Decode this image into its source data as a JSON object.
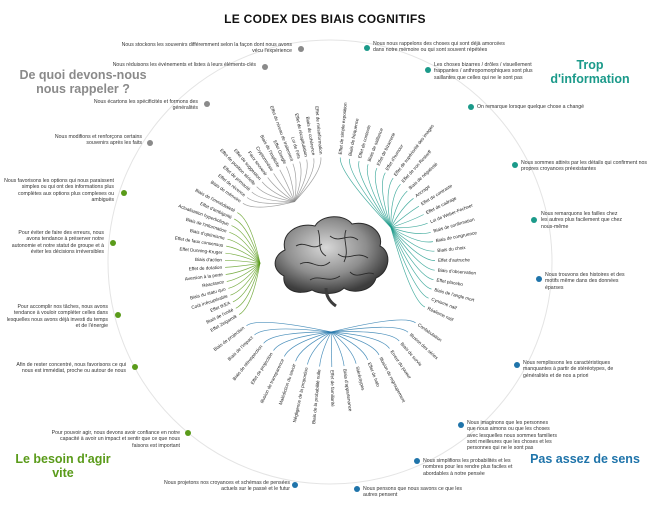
{
  "title": "LE CODEX DES BIAIS COGNITIFS",
  "quadrants": {
    "remember": "De quoi devons-nous nous rappeler ?",
    "information": "Trop d'information",
    "act": "Le besoin d'agir vite",
    "meaning": "Pas assez de sens"
  },
  "colors": {
    "remember": "#8a8a8a",
    "information": "#1b9a8a",
    "act": "#5a9b1a",
    "meaning": "#1f74aa",
    "circle": "#e4e4e4"
  },
  "categories": {
    "remember": [
      "Nous stockons les souvenirs différemment selon la façon dont nous avons vécu l'expérience",
      "Nous réduisons les événements et listes à leurs éléments-clés",
      "Nous écartons les spécificités et formons des généralités",
      "Nous modifions et renforçons certains souvenirs après les faits"
    ],
    "information": [
      "Nous nous rappelons des choses qui sont déjà amorcées dans notre mémoire ou qui sont souvent répétées",
      "Les choses bizarres / drôles / visuellement frappantes / anthropomorphiques sont plus saillantes que celles qui ne le sont pas",
      "On remarque lorsque quelque chose a changé",
      "Nous sommes attirés par les détails qui confirment nos propres croyances préexistantes",
      "Nous remarquons les failles chez les autres plus facilement que chez nous-même"
    ],
    "act": [
      "Nous favorisons les options qui nous paraissent simples ou qui ont des informations plus complètes aux options plus complexes ou ambiguës",
      "Pour éviter de faire des erreurs, nous avons tendance à préserver notre autonomie et notre statut de groupe et à éviter les décisions irréversibles",
      "Pour accomplir nos tâches, nous avons tendance à vouloir compléter celles dans lesquelles nous avons déjà investi du temps et de l'énergie",
      "Afin de rester concentré, nous favorisons ce qui nous est immédiat, proche ou autour de nous",
      "Pour pouvoir agir, nous devons avoir confiance en notre capacité à avoir un impact et sentir que ce que nous faisons est important"
    ],
    "meaning": [
      "Nous trouvons des histoires et des motifs même dans des données éparses",
      "Nous remplissons les caractéristiques manquantes à partir de stéréotypes, de généralités et de nos a priori",
      "Nous imaginons que les personnes que nous aimons ou que les choses avec lesquelles nous sommes familiers sont meilleures que les choses et les personnes qui ne le sont pas",
      "Nous simplifions les probabilités et les nombres pour les rendre plus faciles et abordables à notre pensée",
      "Nous pensons que nous savons ce que les autres pensent",
      "Nous projetons nos croyances et schémas de pensées actuels sur le passé et le futur"
    ]
  },
  "bias_samples": {
    "information": [
      "Effet de simple exposition",
      "Biais de fréquence",
      "Effet de contexte",
      "Biais de saillance",
      "Effet de bizarrerie",
      "Effet d'humour",
      "Effet de supériorité des images",
      "Effet de von Restorff",
      "Biais de négativité",
      "Ancrage",
      "Effet de contraste",
      "Effet de cadrage",
      "Loi de Weber-Fechner",
      "Biais de confirmation",
      "Biais de congruence",
      "Biais du choix",
      "Effet d'autruche",
      "Biais d'observation",
      "Effet placebo",
      "Biais de l'angle mort",
      "Cynisme naïf",
      "Réalisme naïf"
    ],
    "meaning": [
      "Confabulation",
      "Illusion des séries",
      "Biais de survie",
      "Erreur du joueur",
      "Illusion de regroupement",
      "Effet de halo",
      "Stéréotypes",
      "Biais d'appartenance",
      "Effet de familiarité",
      "Biais de la probabilité nulle",
      "Négligence de la proportion",
      "Malédiction du savoir",
      "Illusion de transparence",
      "Effet de projection",
      "Biais de rétrospection",
      "Biais de l'impact",
      "Biais de projection"
    ],
    "act": [
      "Effet Zeigarnik",
      "Biais de l'unité",
      "Effet IKEA",
      "Coût irrécupérable",
      "Biais du statu quo",
      "Réactance",
      "Aversion à la perte",
      "Effet de dotation",
      "Biais d'action",
      "Effet Dunning-Kruger",
      "Effet de faux consensus",
      "Biais d'optimisme",
      "Biais de l'information",
      "Actualisation hyperbolique",
      "Effet d'ambiguïté",
      "Biais de l'immédiateté"
    ],
    "remember": [
      "Biais de mémoire",
      "Effet de récence",
      "Effet de primauté",
      "Effet de position sérielle",
      "Effet de suggestion",
      "Faux souvenir",
      "Cryptomnésie",
      "Biais de l'implicite",
      "Effet Google",
      "Effet de niveau de traitement",
      "Loi de Fitts",
      "Effet de récapitulation",
      "Biais de cohérence",
      "Effet de mésinformation"
    ]
  }
}
